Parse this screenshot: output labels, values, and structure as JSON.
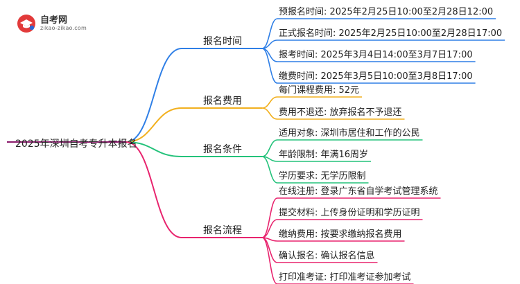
{
  "logo": {
    "name": "自考网",
    "url": "zikao-zikao.com"
  },
  "root": "2025年深圳自考专升本报名",
  "branches": [
    {
      "label": "报名时间",
      "color": "#2f7fe6",
      "children": [
        "预报名时间: 2025年2月25日10:00至2月28日12:00",
        "正式报名时间: 2025年2月25日10:00至2月28日17:00",
        "报考时间: 2025年3月4日14:00至3月7日17:00",
        "缴费时间: 2025年3月5日10:00至3月8日17:00"
      ]
    },
    {
      "label": "报名费用",
      "color": "#f2b01e",
      "children": [
        "每门课程费用: 52元",
        "费用不退还: 放弃报名不予退还"
      ]
    },
    {
      "label": "报名条件",
      "color": "#23c27a",
      "children": [
        "适用对象: 深圳市居住和工作的公民",
        "年龄限制: 年满16周岁",
        "学历要求: 无学历限制"
      ]
    },
    {
      "label": "报名流程",
      "color": "#e8246e",
      "children": [
        "在线注册: 登录广东省自学考试管理系统",
        "提交材料: 上传身份证明和学历证明",
        "缴纳费用: 按要求缴纳报名费用",
        "确认报名: 确认报名信息",
        "打印准考证: 打印准考证参加考试"
      ]
    }
  ]
}
